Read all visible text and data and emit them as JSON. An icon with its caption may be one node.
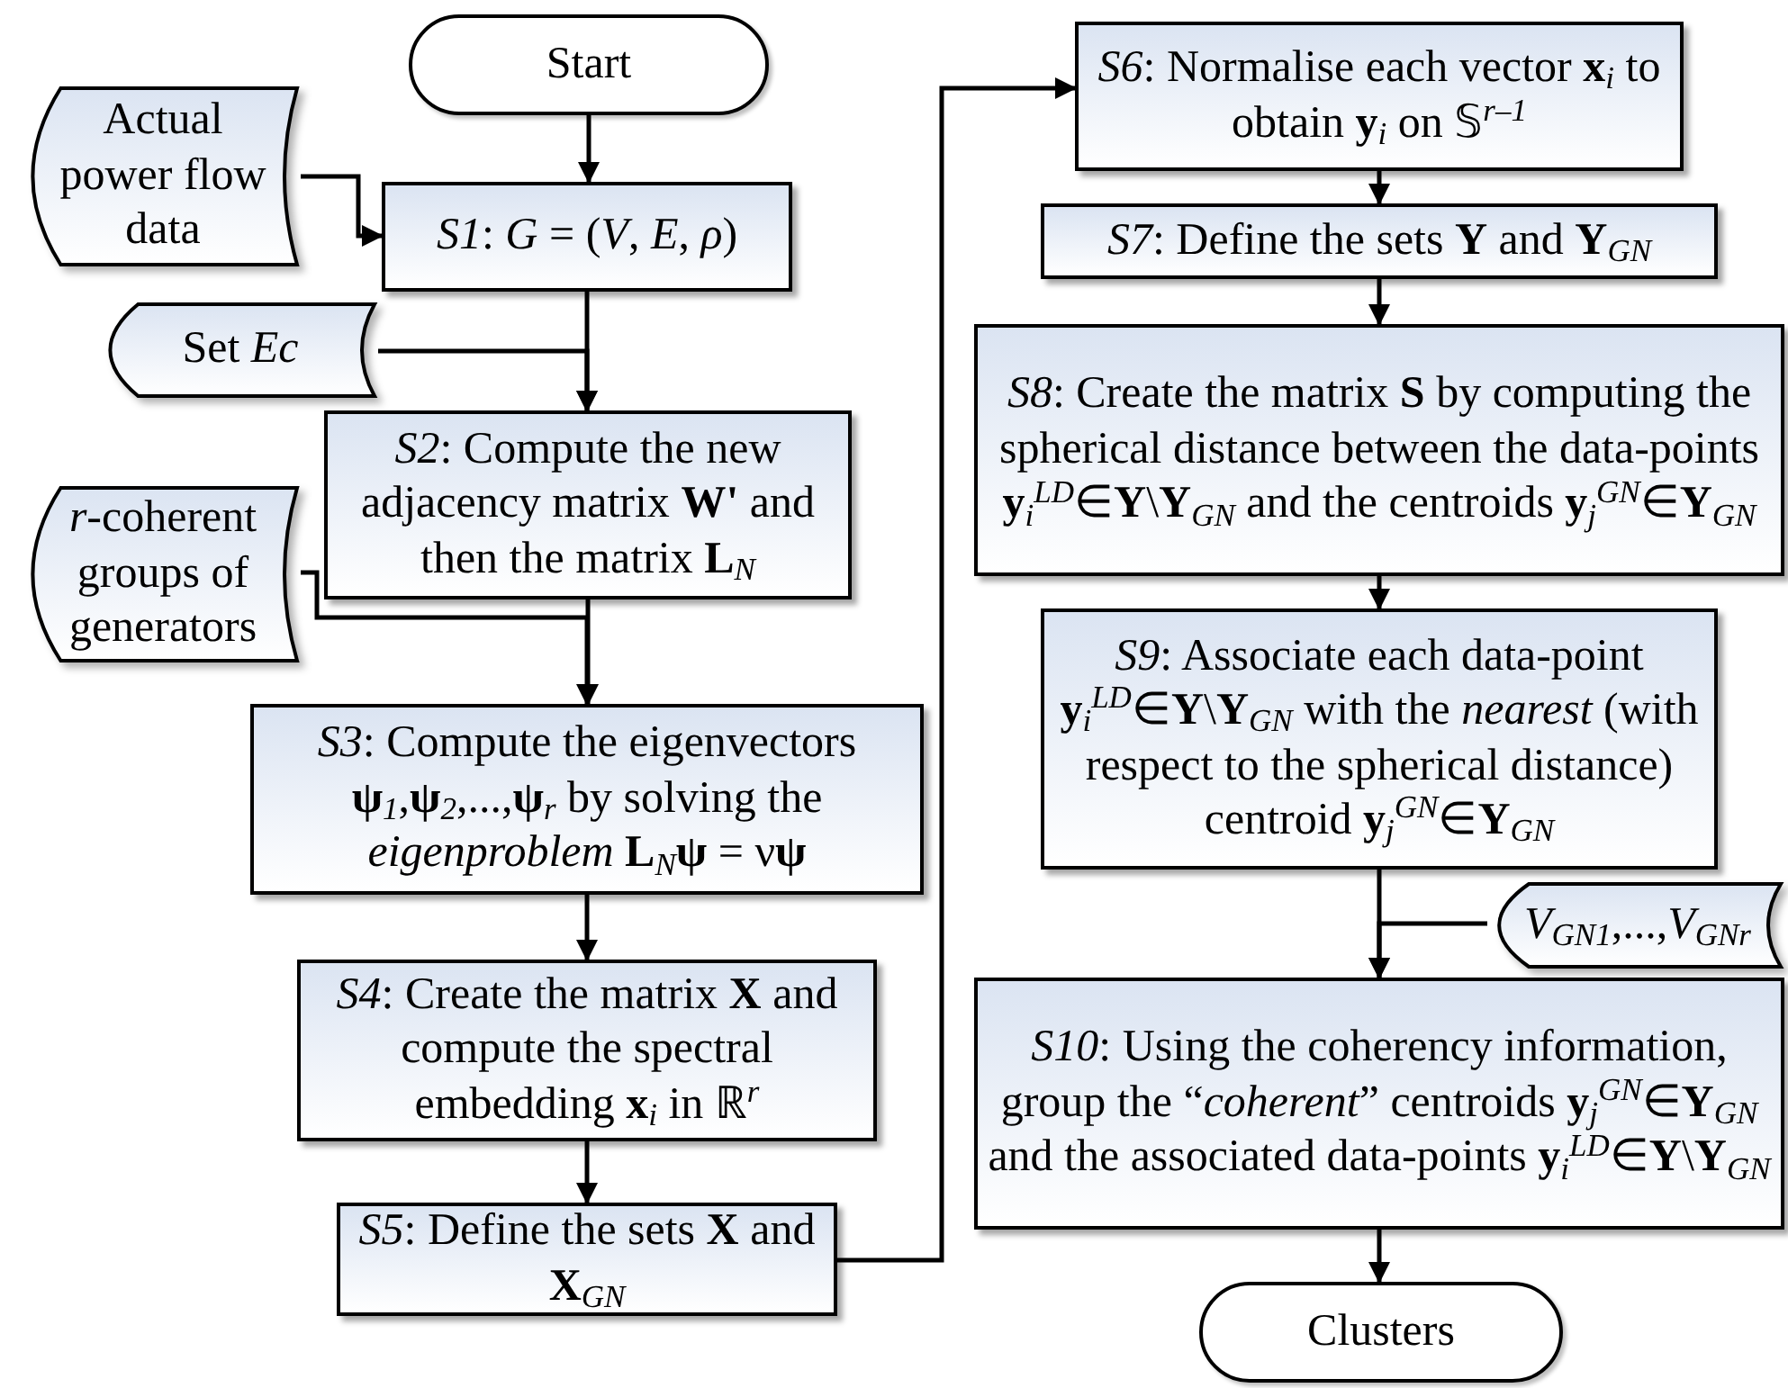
{
  "diagram": {
    "nodes": [
      {
        "text": [
          "Start"
        ]
      },
      {
        "text": [
          "Actual power flow data"
        ]
      },
      {
        "text": [
          "*S1*: *G* = (*V*, *E*, *ρ*)"
        ]
      },
      {
        "text": [
          "Set  *Ec*"
        ]
      },
      {
        "text": [
          "*S2*: Compute the new adjacency matrix **W'** and then the matrix **L**$_{N}$"
        ]
      },
      {
        "text": [
          "*r*-coherent groups of generators"
        ]
      },
      {
        "text": [
          "*S3*: Compute the eigenvectors **ψ**$_{1}$,**ψ**$_{2}$,...,**ψ**$_{r}$ by solving the *eigenproblem* **L**$_{N}$**ψ** = ν**ψ**"
        ]
      },
      {
        "text": [
          "*S4*: Create the matrix **X** and compute the spectral embedding **x**$_{i}$ in ℝ$^{r}$"
        ]
      },
      {
        "text": [
          "*S5*: Define the sets **X** and **X**$_{GN}$"
        ]
      },
      {
        "text": [
          "*S6*: Normalise each vector **x**$_{i}$ to obtain **y**$_{i}$ on 𝕊$^{r–1}$"
        ]
      },
      {
        "text": [
          "*S7*: Define the sets **Y** and **Y**$_{GN}$"
        ]
      },
      {
        "text": [
          "*S8*: Create the matrix **S** by computing the spherical distance between the data-points **y**$_{i}$$^{LD}$∈**Y**\\**Y**$_{GN}$ and the centroids **y**$_{j}$$^{GN}$∈**Y**$_{GN}$"
        ]
      },
      {
        "text": [
          "*S9*: Associate each data-point **y**$_{i}$$^{LD}$∈**Y**\\**Y**$_{GN}$ with the *nearest* (with respect to the spherical distance) centroid **y**$_{j}$$^{GN}$∈**Y**$_{GN}$"
        ]
      },
      {
        "text": [
          "*V*$_{GN1}$,...,*V*$_{GNr}$"
        ]
      },
      {
        "text": [
          "*S10*: Using the coherency information, group the “*coherent*” centroids **y**$_{j}$$^{GN}$∈**Y**$_{GN}$ and the associated data-points **y**$_{i}$$^{LD}$∈**Y**\\**Y**$_{GN}$"
        ]
      },
      {
        "text": [
          "Clusters"
        ]
      }
    ],
    "edges": [
      {
        "from": 0,
        "to": 2,
        "arrow": "to"
      },
      {
        "from": 1,
        "to": 2,
        "arrow": "to"
      },
      {
        "from": 2,
        "to": 4,
        "arrow": "to"
      },
      {
        "from": 3,
        "to": 4,
        "arrow": "to"
      },
      {
        "from": 4,
        "to": 6,
        "arrow": "to"
      },
      {
        "from": 5,
        "to": 6,
        "arrow": "to"
      },
      {
        "from": 6,
        "to": 7,
        "arrow": "to"
      },
      {
        "from": 7,
        "to": 8,
        "arrow": "to"
      },
      {
        "from": 8,
        "to": 9,
        "arrow": "to"
      },
      {
        "from": 9,
        "to": 10,
        "arrow": "to"
      },
      {
        "from": 10,
        "to": 11,
        "arrow": "to"
      },
      {
        "from": 11,
        "to": 12,
        "arrow": "to"
      },
      {
        "from": 12,
        "to": 14,
        "arrow": "to"
      },
      {
        "from": 13,
        "to": 14,
        "arrow": "to"
      },
      {
        "from": 14,
        "to": 15,
        "arrow": "to"
      }
    ]
  }
}
